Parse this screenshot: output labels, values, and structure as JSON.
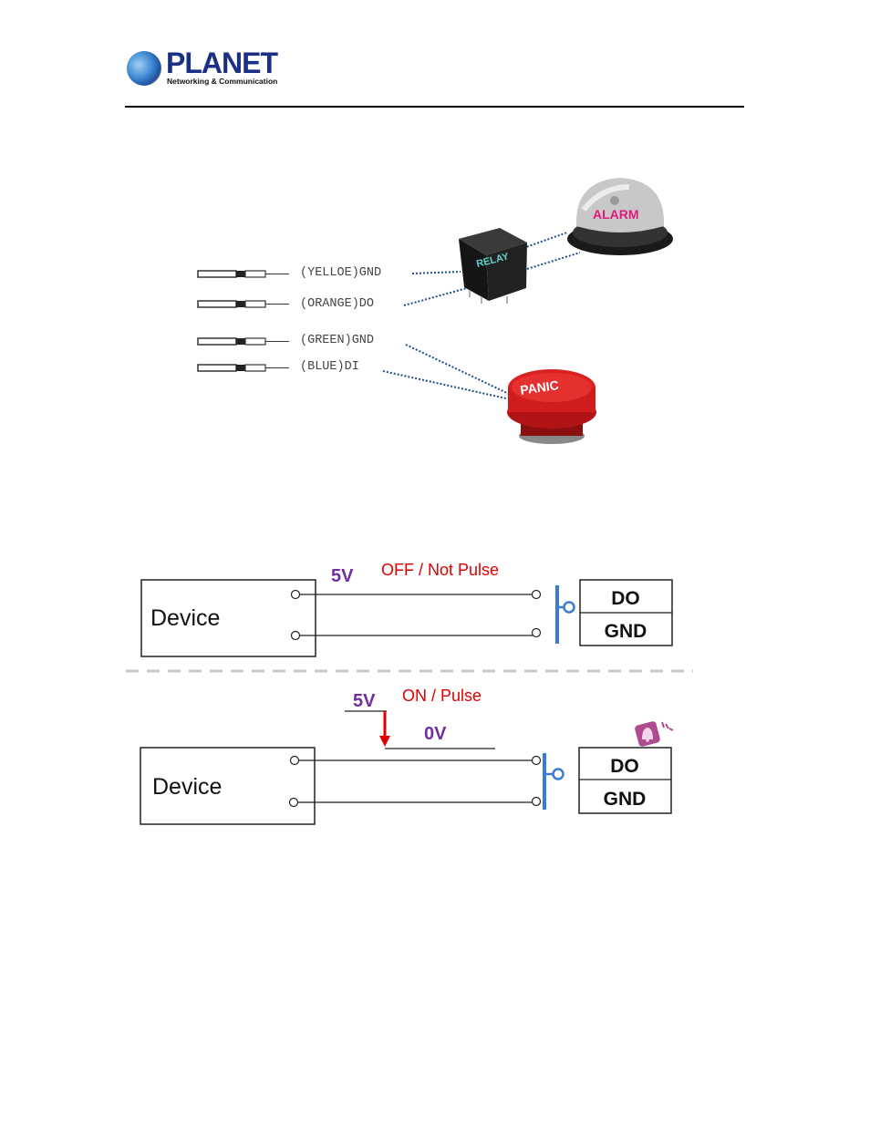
{
  "header": {
    "logo_brand": "PLANET",
    "logo_tagline": "Networking & Communication"
  },
  "wiring_diagram": {
    "wires": [
      {
        "label": "(YELLOE)GND",
        "target": "relay"
      },
      {
        "label": "(ORANGE)DO",
        "target": "relay"
      },
      {
        "label": "(GREEN)GND",
        "target": "panic-button"
      },
      {
        "label": "(BLUE)DI",
        "target": "panic-button"
      }
    ],
    "relay_label": "RELAY",
    "alarm_label": "ALARM",
    "panic_label": "PANIC"
  },
  "do_diagram_off": {
    "device_label": "Device",
    "voltage_label": "5V",
    "state_label": "OFF / Not Pulse",
    "terminal_top": "DO",
    "terminal_bottom": "GND"
  },
  "do_diagram_on": {
    "device_label": "Device",
    "voltage_high_label": "5V",
    "voltage_low_label": "0V",
    "state_label": "ON / Pulse",
    "terminal_top": "DO",
    "terminal_bottom": "GND"
  },
  "colors": {
    "brand_blue": "#1c2f86",
    "voltage_purple": "#7030a0",
    "state_red": "#e00000",
    "switch_blue": "#3a7bd5",
    "wire_dotted": "#1f4e8c",
    "bell_pink": "#b04a90"
  }
}
